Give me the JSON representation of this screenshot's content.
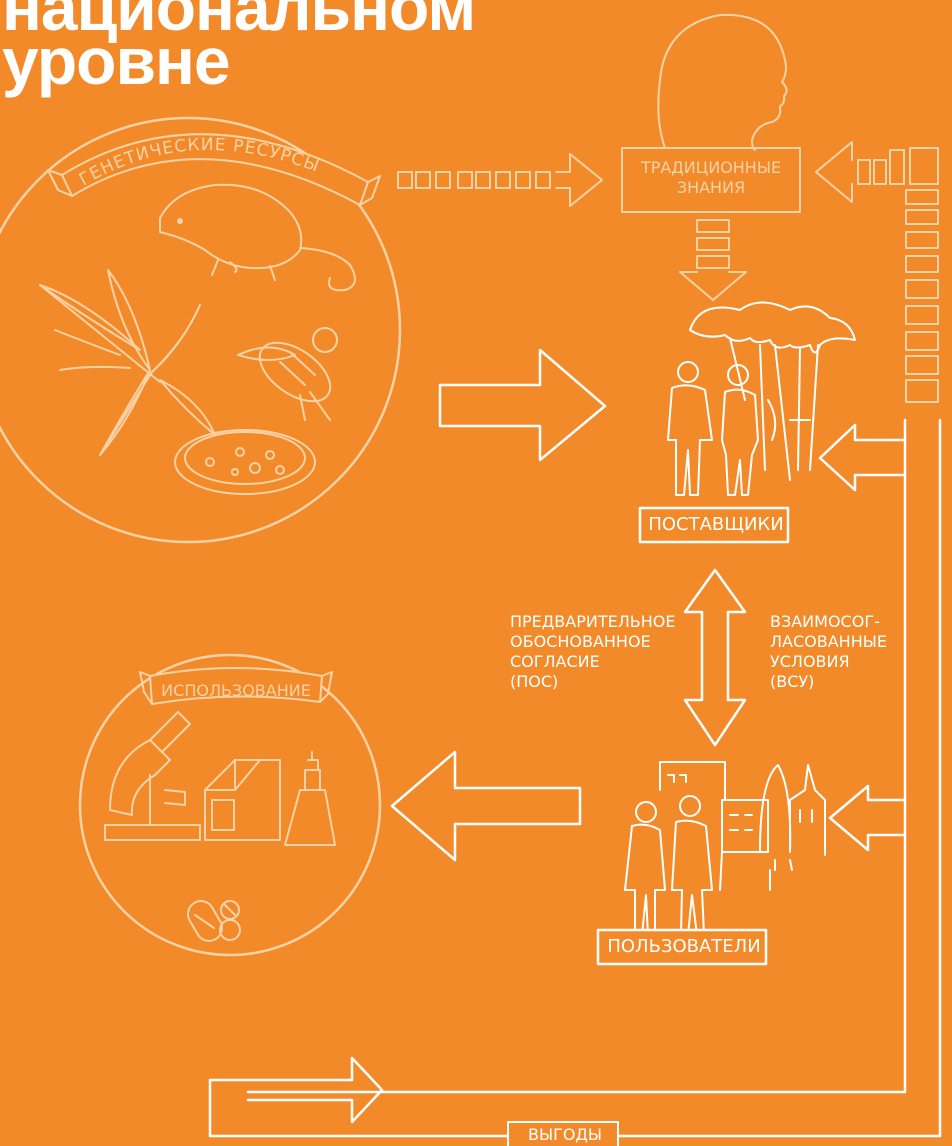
{
  "title": {
    "line1": "национальном",
    "line2": "уровне"
  },
  "labels": {
    "genetic_resources": "ГЕНЕТИЧЕСКИЕ РЕСУРСЫ",
    "traditional_knowledge": [
      "ТРАДИЦИОННЫЕ",
      "ЗНАНИЯ"
    ],
    "providers": "ПОСТАВЩИКИ",
    "users": "ПОЛЬЗОВАТЕЛИ",
    "utilization": "ИСПОЛЬЗОВАНИЕ",
    "benefits": "ВЫГОДЫ",
    "pic": [
      "ПРЕДВАРИТЕЛЬНОЕ",
      "ОБОСНОВАННОЕ",
      "СОГЛАСИЕ",
      "(ПОС)"
    ],
    "mat": [
      "ВЗАИМОСОГ-",
      "ЛАСОВАННЫЕ",
      "УСЛОВИЯ",
      "(ВСУ)"
    ]
  },
  "colors": {
    "background": "#f28a2a",
    "foreground": "#ffffff",
    "faint": "#fbd2a6"
  }
}
